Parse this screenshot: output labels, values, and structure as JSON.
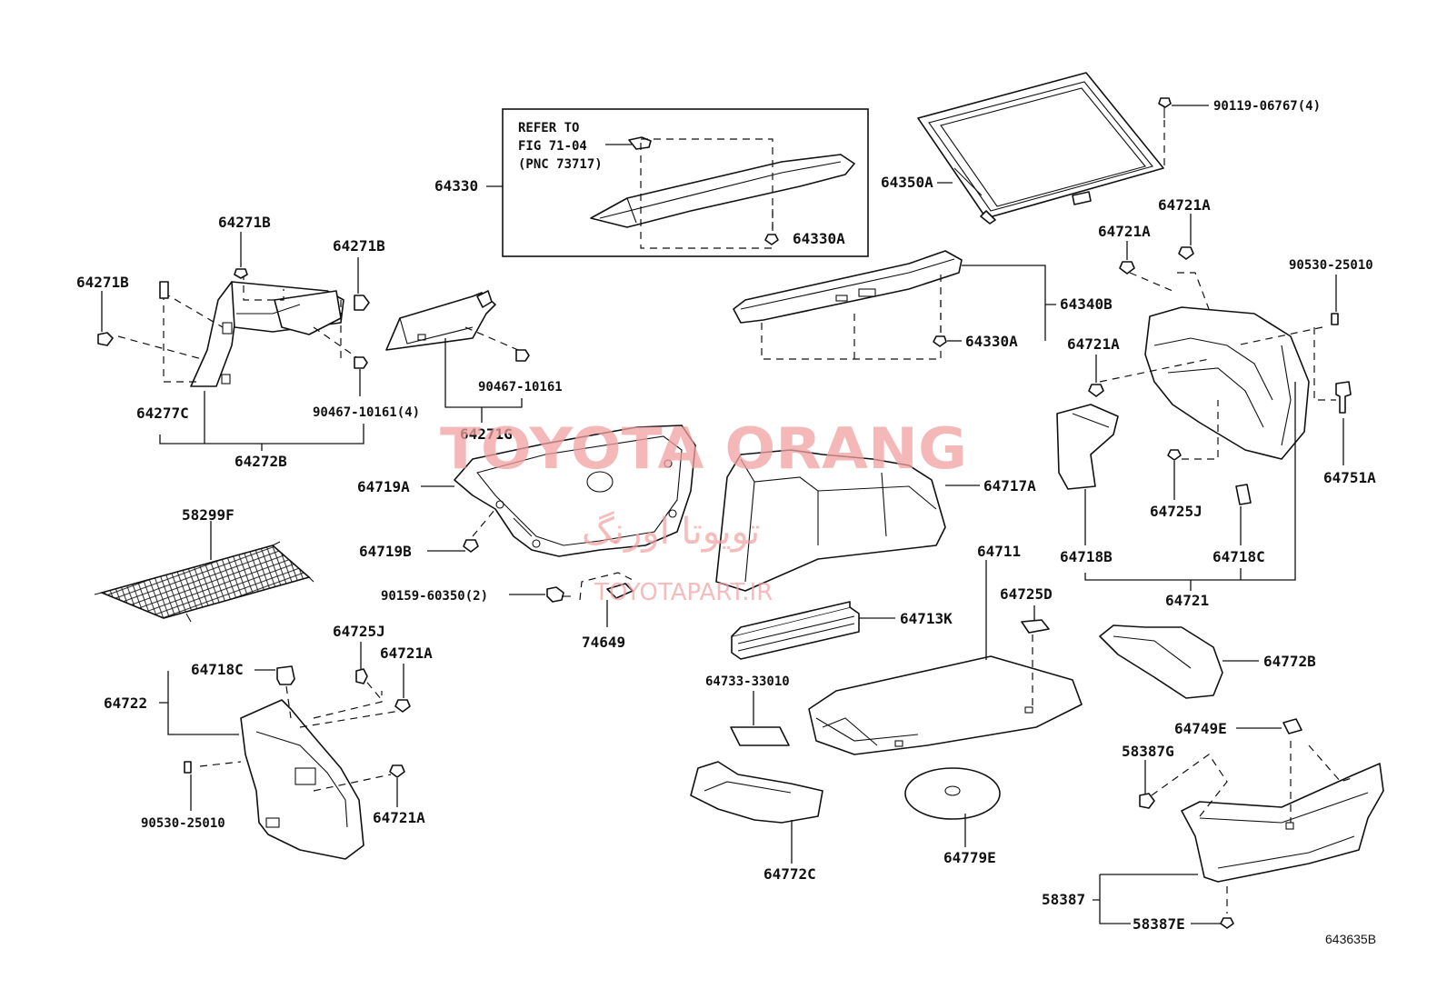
{
  "labels": {
    "p64271B_a": "64271B",
    "p64271B_b": "64271B",
    "p64271B_c": "64271B",
    "p64277C": "64277C",
    "p90467_10161_4": "90467-10161(4)",
    "p64272B": "64272B",
    "p90467_10161": "90467-10161",
    "p64271G": "64271G",
    "p64330": "64330",
    "refer_to": "REFER TO",
    "fig_71_04": "FIG 71-04",
    "pnc_73717": "(PNC 73717)",
    "p64330A_a": "64330A",
    "p64330A_b": "64330A",
    "p64340B": "64340B",
    "p64350A": "64350A",
    "p90119_06767_4": "90119-06767(4)",
    "p64721A_a": "64721A",
    "p64721A_b": "64721A",
    "p64721A_c": "64721A",
    "p90530_25010_a": "90530-25010",
    "p64751A": "64751A",
    "p64725J_a": "64725J",
    "p64718B": "64718B",
    "p64718C_a": "64718C",
    "p64721": "64721",
    "p64719A": "64719A",
    "p64719B": "64719B",
    "p64717A": "64717A",
    "p58299F": "58299F",
    "p90159_60350_2": "90159-60350(2)",
    "p74649": "74649",
    "p64711": "64711",
    "p64725D": "64725D",
    "p64713K": "64713K",
    "p64733_33010": "64733-33010",
    "p64772B": "64772B",
    "p64725J_b": "64725J",
    "p64721A_d": "64721A",
    "p64718C_b": "64718C",
    "p64722": "64722",
    "p90530_25010_b": "90530-25010",
    "p64721A_e": "64721A",
    "p64772C": "64772C",
    "p64779E": "64779E",
    "p64749E": "64749E",
    "p58387G": "58387G",
    "p58387": "58387",
    "p58387E": "58387E",
    "figure_code": "643635B"
  },
  "watermark": {
    "brand": "TOYOTA ORANG",
    "persian": "تویوتا اورنگ",
    "site": "TOYOTAPART.IR",
    "color": "#f2a0a0"
  }
}
